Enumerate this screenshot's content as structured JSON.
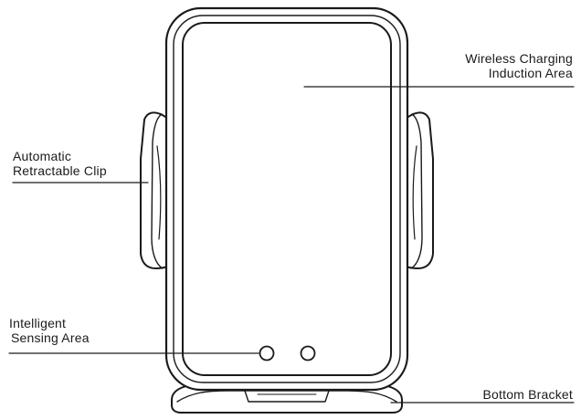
{
  "labels": {
    "wireless_charging": [
      "Wireless Charging",
      "Induction Area"
    ],
    "retractable_clip": [
      "Automatic",
      "Retractable Clip"
    ],
    "sensing_area": [
      "Intelligent",
      "Sensing Area"
    ],
    "bottom_bracket": "Bottom Bracket"
  },
  "colors": {
    "line": "#1a1a1a",
    "background": "#ffffff"
  }
}
